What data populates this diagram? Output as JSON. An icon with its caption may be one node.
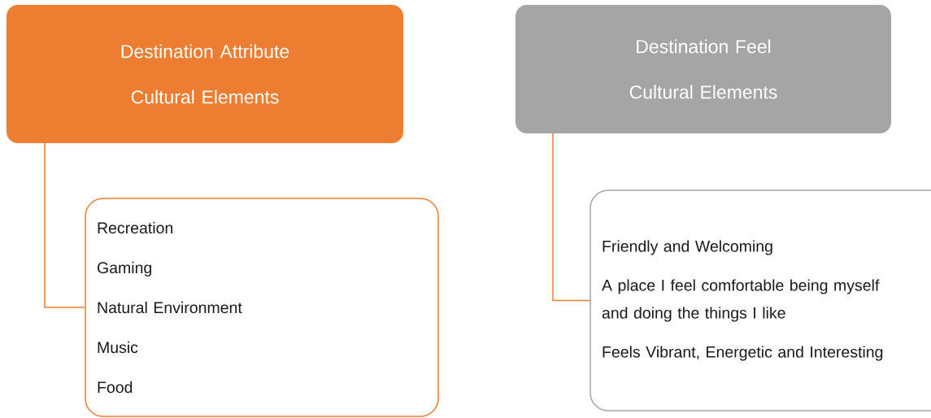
{
  "diagram": {
    "nodes": [
      {
        "text": [
          "Destination Attribute",
          "Cultural Elements"
        ]
      },
      {
        "text": [
          "Recreation",
          "Gaming",
          "Natural Environment",
          "Music",
          "Food"
        ]
      },
      {
        "text": [
          "Destination Feel",
          "Cultural Elements"
        ]
      },
      {
        "text": [
          "Friendly and Welcoming",
          "A place I feel comfortable being myself and doing the things I like",
          "Feels Vibrant, Energetic and Interesting"
        ]
      }
    ],
    "edges": [
      {
        "from": 0,
        "to": 1,
        "arrow": "none"
      },
      {
        "from": 2,
        "to": 3,
        "arrow": "none"
      }
    ]
  }
}
